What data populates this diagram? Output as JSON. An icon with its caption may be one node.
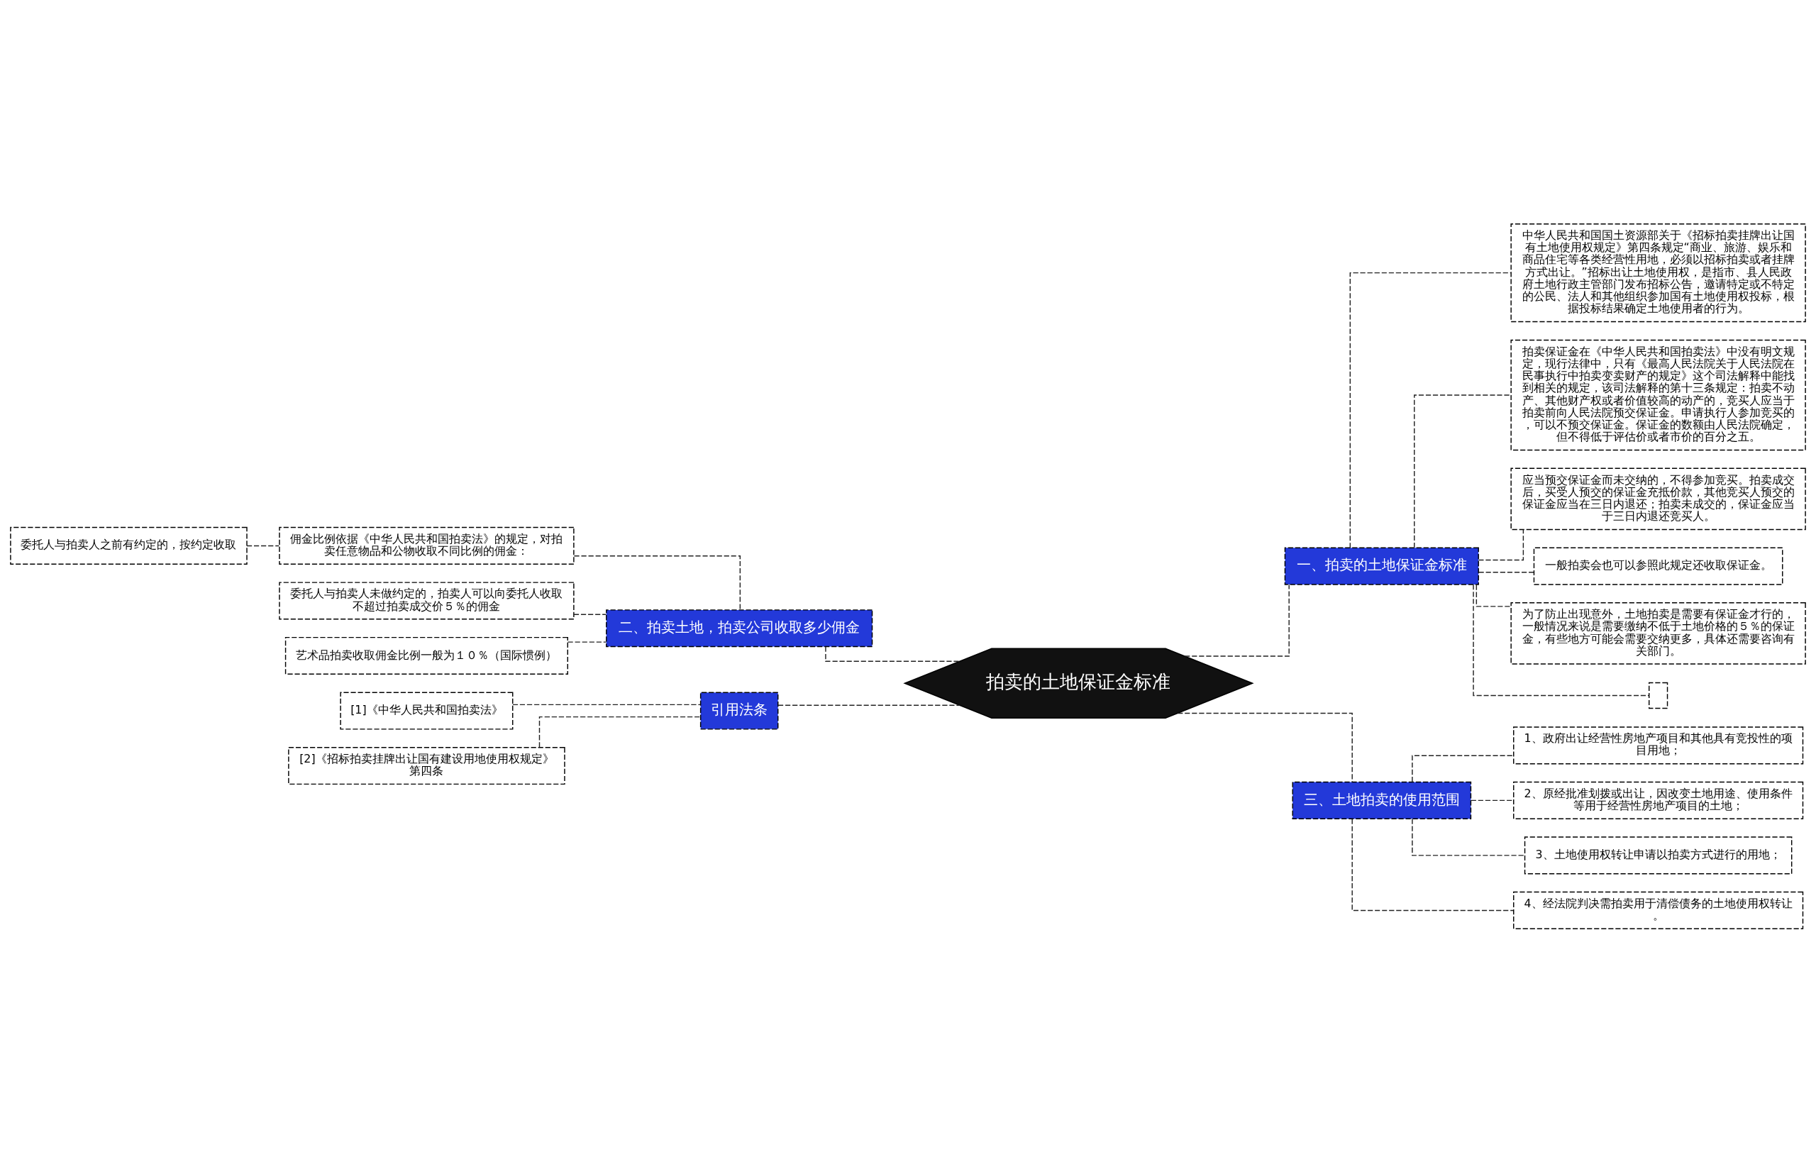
{
  "diagram": {
    "nodes": [
      {
        "text": [
          "拍卖的土地保证金标准"
        ]
      },
      {
        "text": [
          "一、拍卖的土地保证金标准"
        ]
      },
      {
        "text": [
          "中华人民共和国国土资源部关于《招标拍卖挂牌出让国有土地使用权规定》第四条规定“商业、旅游、娱乐和商品住宅等各类经营性用地，必须以招标拍卖或者挂牌方式出让。”招标出让土地使用权，是指市、县人民政府土地行政主管部门发布招标公告，邀请特定或不特定的公民、法人和其他组织参加国有土地使用权投标，根据投标结果确定土地使用者的行为。"
        ]
      },
      {
        "text": [
          "拍卖保证金在《中华人民共和国拍卖法》中没有明文规定，现行法律中，只有《最高人民法院关于人民法院在民事执行中拍卖变卖财产的规定》这个司法解释中能找到相关的规定，该司法解释的第十三条规定：拍卖不动产、其他财产权或者价值较高的动产的，竞买人应当于拍卖前向人民法院预交保证金。申请执行人参加竞买的，可以不预交保证金。保证金的数额由人民法院确定，但不得低于评估价或者市价的百分之五。"
        ]
      },
      {
        "text": [
          "应当预交保证金而未交纳的，不得参加竞买。拍卖成交后，买受人预交的保证金充抵价款，其他竞买人预交的保证金应当在三日内退还；拍卖未成交的，保证金应当于三日内退还竞买人。"
        ]
      },
      {
        "text": [
          "一般拍卖会也可以参照此规定还收取保证金。"
        ]
      },
      {
        "text": [
          "为了防止出现意外，土地拍卖是需要有保证金才行的，一般情况来说是需要缴纳不低于土地价格的５％的保证金，有些地方可能会需要交纳更多，具体还需要咨询有关部门。"
        ]
      },
      {
        "text": [],
        "shape": "box"
      },
      {
        "text": [
          "二、拍卖土地，拍卖公司收取多少佣金"
        ]
      },
      {
        "text": [
          "佣金比例依据《中华人民共和国拍卖法》的规定，对拍卖任意物品和公物收取不同比例的佣金："
        ]
      },
      {
        "text": [
          "委托人与拍卖人之前有约定的，按约定收取"
        ]
      },
      {
        "text": [
          "委托人与拍卖人未做约定的，拍卖人可以向委托人收取不超过拍卖成交价５％的佣金"
        ]
      },
      {
        "text": [
          "艺术品拍卖收取佣金比例一般为１０％（国际惯例）"
        ]
      },
      {
        "text": [
          "引用法条"
        ]
      },
      {
        "text": [
          "[1]《中华人民共和国拍卖法》"
        ]
      },
      {
        "text": [
          "[2]《招标拍卖挂牌出让国有建设用地使用权规定》第四条"
        ]
      },
      {
        "text": [
          "三、土地拍卖的使用范围"
        ]
      },
      {
        "text": [
          "1、政府出让经营性房地产项目和其他具有竞投性的项目用地；"
        ]
      },
      {
        "text": [
          "2、原经批准划拨或出让，因改变土地用途、使用条件等用于经营性房地产项目的土地；"
        ]
      },
      {
        "text": [
          "3、土地使用权转让申请以拍卖方式进行的用地；"
        ]
      },
      {
        "text": [
          "4、经法院判决需拍卖用于清偿债务的土地使用权转让。"
        ]
      }
    ],
    "edges": [
      {
        "from": 0,
        "to": 1,
        "arrow": "none",
        "style": "dashed"
      },
      {
        "from": 1,
        "to": 2,
        "arrow": "none",
        "style": "dashed"
      },
      {
        "from": 1,
        "to": 3,
        "arrow": "none",
        "style": "dashed"
      },
      {
        "from": 1,
        "to": 4,
        "arrow": "none",
        "style": "dashed"
      },
      {
        "from": 1,
        "to": 5,
        "arrow": "none",
        "style": "dashed"
      },
      {
        "from": 1,
        "to": 6,
        "arrow": "none",
        "style": "dashed"
      },
      {
        "from": 1,
        "to": 7,
        "arrow": "none",
        "style": "dashed"
      },
      {
        "from": 0,
        "to": 8,
        "arrow": "none",
        "style": "dashed"
      },
      {
        "from": 8,
        "to": 9,
        "arrow": "none",
        "style": "dashed"
      },
      {
        "from": 9,
        "to": 10,
        "arrow": "none",
        "style": "dashed"
      },
      {
        "from": 8,
        "to": 11,
        "arrow": "none",
        "style": "dashed"
      },
      {
        "from": 8,
        "to": 12,
        "arrow": "none",
        "style": "dashed"
      },
      {
        "from": 0,
        "to": 13,
        "arrow": "none",
        "style": "dashed"
      },
      {
        "from": 13,
        "to": 14,
        "arrow": "none",
        "style": "dashed"
      },
      {
        "from": 13,
        "to": 15,
        "arrow": "none",
        "style": "dashed"
      },
      {
        "from": 0,
        "to": 16,
        "arrow": "none",
        "style": "dashed"
      },
      {
        "from": 16,
        "to": 17,
        "arrow": "none",
        "style": "dashed"
      },
      {
        "from": 16,
        "to": 18,
        "arrow": "none",
        "style": "dashed"
      },
      {
        "from": 16,
        "to": 19,
        "arrow": "none",
        "style": "dashed"
      },
      {
        "from": 16,
        "to": 20,
        "arrow": "none",
        "style": "dashed"
      }
    ]
  }
}
